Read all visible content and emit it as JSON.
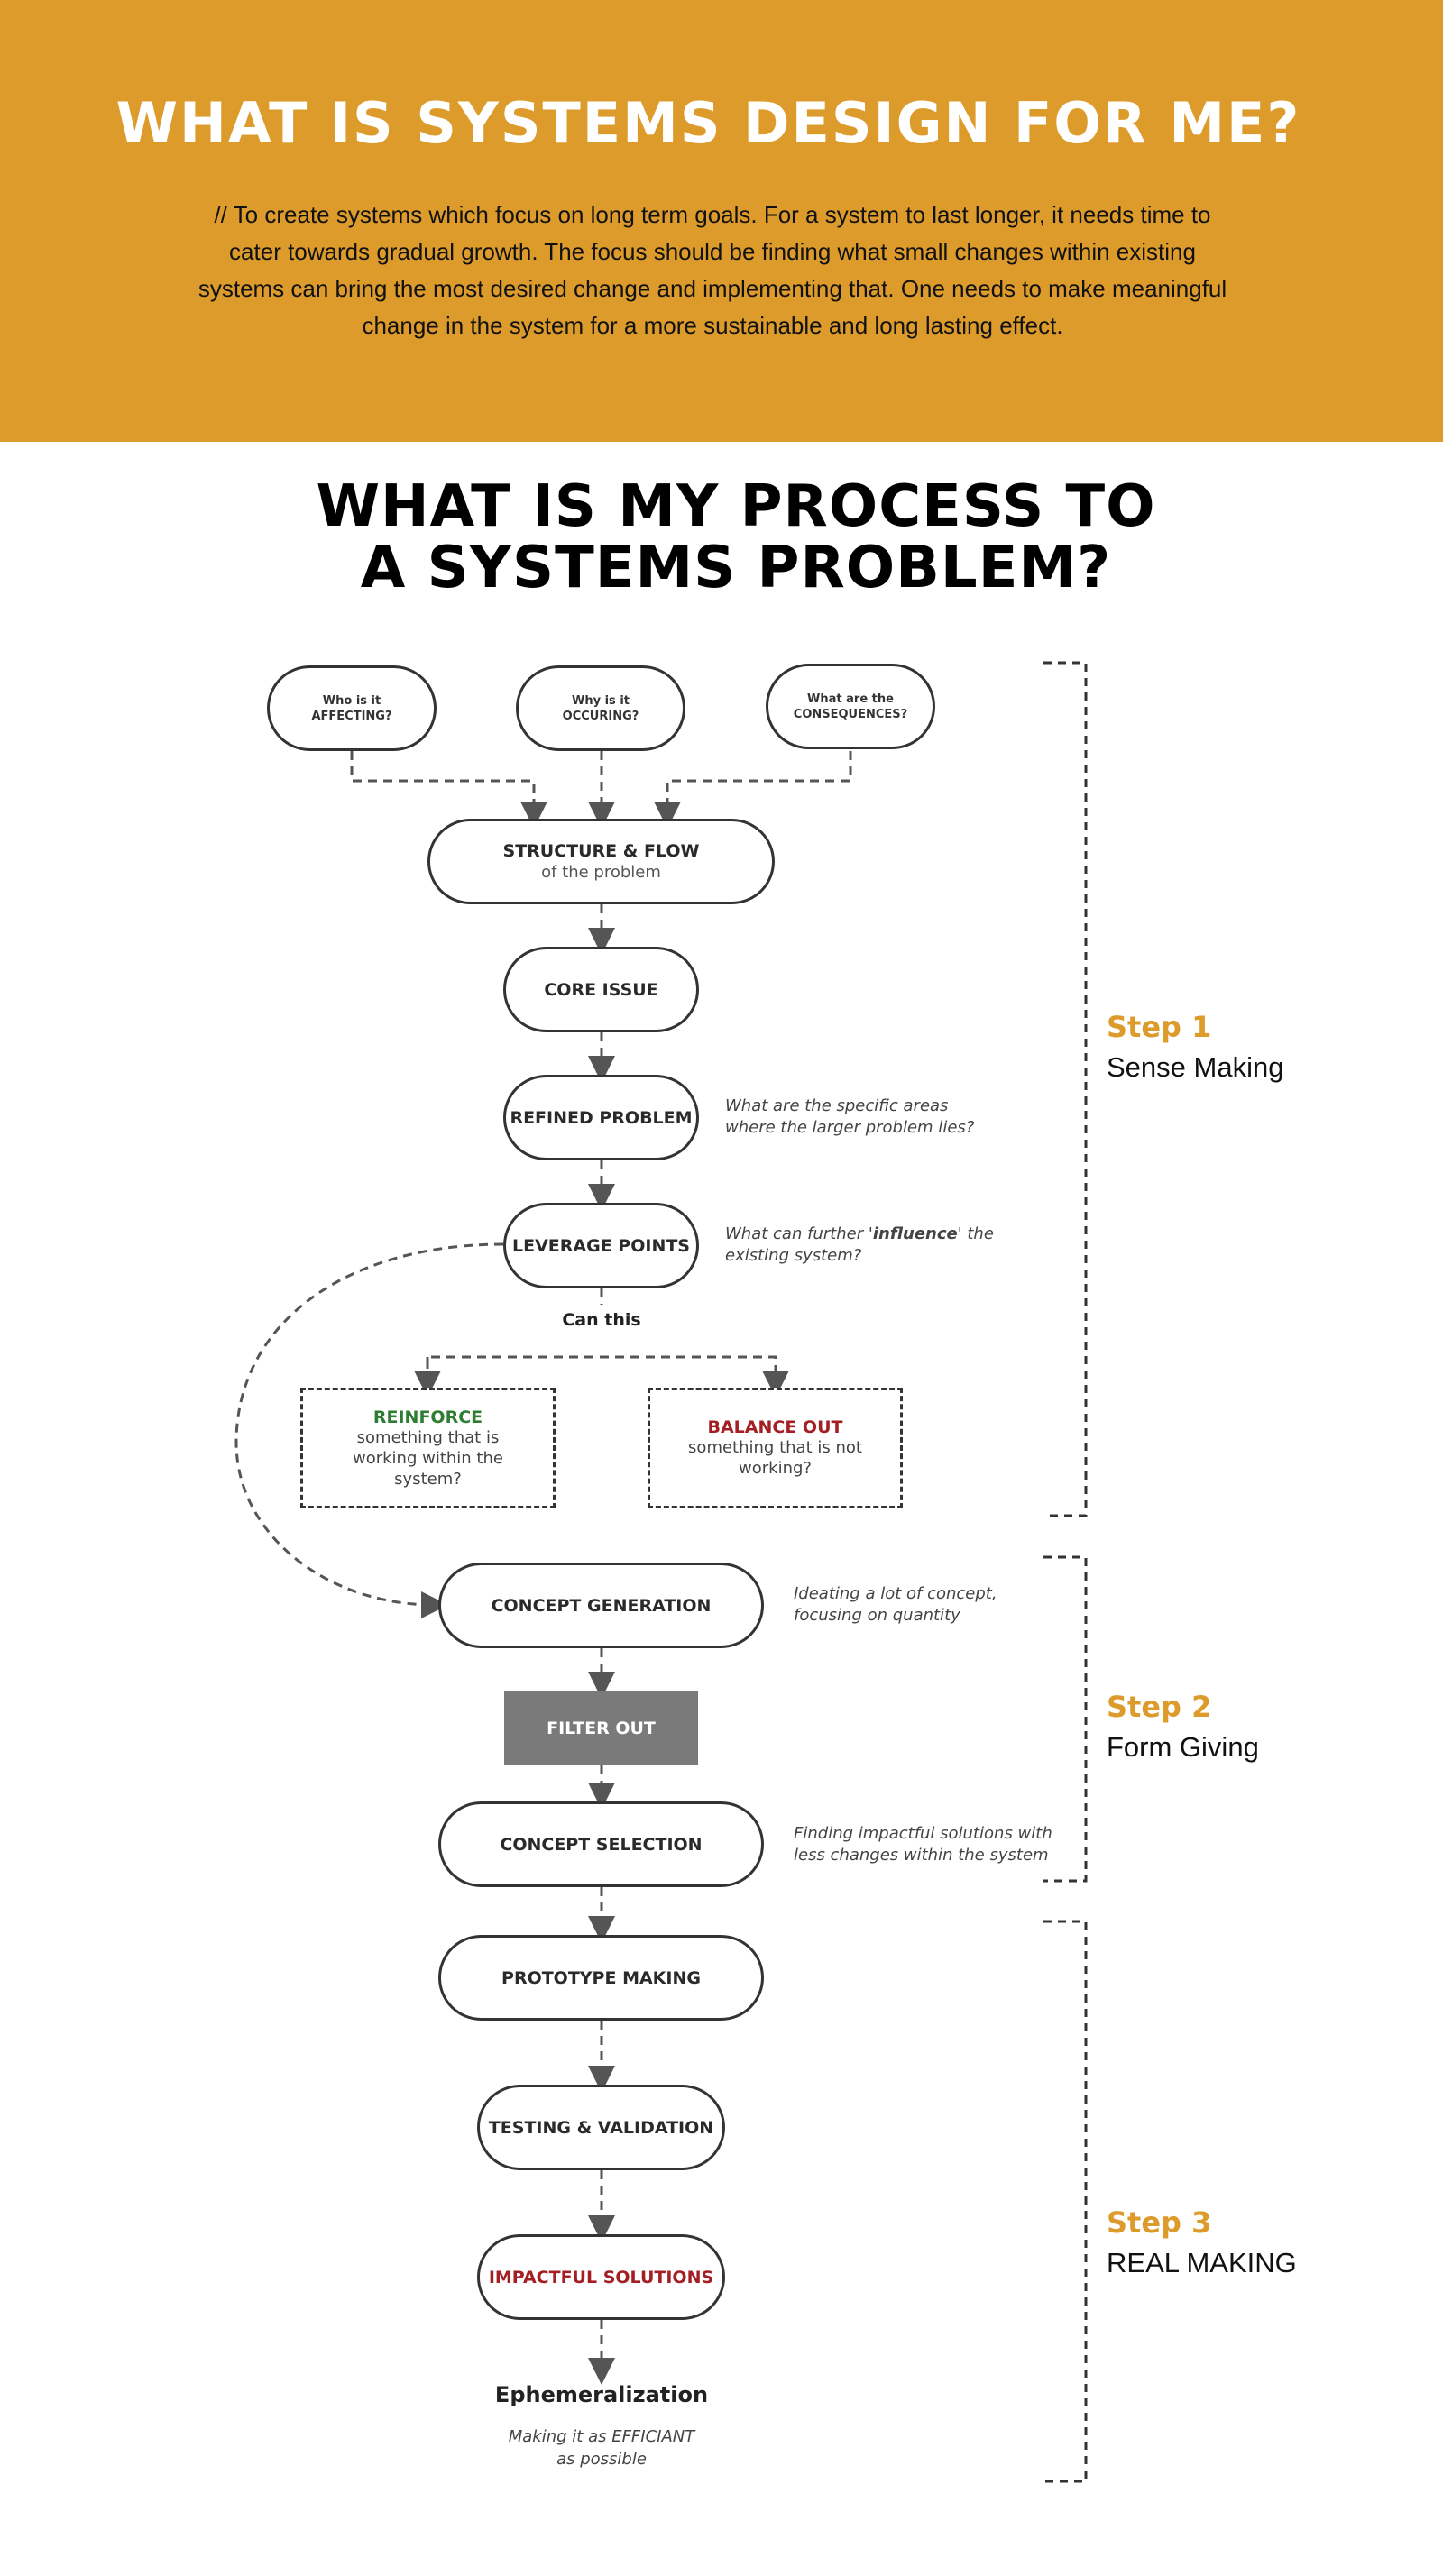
{
  "header": {
    "title": "WHAT IS SYSTEMS DESIGN FOR ME?",
    "body": "// To create systems which focus on long term goals. For a system to last longer, it needs time to cater towards gradual growth. The focus should be finding what small changes within existing systems can bring the most desired change and implementing that. One needs to make meaningful change in the system for a more sustainable and long lasting effect."
  },
  "process": {
    "title_line1": "WHAT IS MY PROCESS TO",
    "title_line2": "A SYSTEMS PROBLEM?"
  },
  "colors": {
    "accent": "#dd9b2c",
    "reinforce": "#2e7d32",
    "balance": "#a31f24",
    "impact": "#a31f24",
    "filter": "#7a7a7a"
  },
  "questions": {
    "q1_line1": "Who is it",
    "q1_line2": "AFFECTING?",
    "q2_line1": "Why is it",
    "q2_line2": "OCCURING?",
    "q3_line1": "What are the",
    "q3_line2": "CONSEQUENCES?"
  },
  "nodes": {
    "structure": "STRUCTURE & FLOW",
    "structure_sub": "of the problem",
    "core": "CORE ISSUE",
    "refined": "REFINED PROBLEM",
    "leverage": "LEVERAGE POINTS",
    "concept_gen": "CONCEPT GENERATION",
    "filter": "FILTER OUT",
    "concept_sel": "CONCEPT SELECTION",
    "prototype": "PROTOTYPE MAKING",
    "testing": "TESTING & VALIDATION",
    "impactful": "IMPACTFUL SOLUTIONS"
  },
  "notes": {
    "refined_line1": "What are the specific areas",
    "refined_line2": "where the larger problem lies?",
    "leverage_pre": "What can further '",
    "leverage_em": "influence",
    "leverage_post": "' the",
    "leverage_line2": "existing system?",
    "concept_gen_line1": "Ideating a lot of concept,",
    "concept_gen_line2": "focusing on quantity",
    "concept_sel_line1": "Finding impactful solutions with",
    "concept_sel_line2": "less changes within the system"
  },
  "branch": {
    "can_this": "Can this",
    "reinforce_title": "REINFORCE",
    "reinforce_body": "something that is working within the system?",
    "balance_title": "BALANCE OUT",
    "balance_body": "something that is not working?"
  },
  "steps": [
    {
      "num": "Step 1",
      "name": "Sense Making"
    },
    {
      "num": "Step 2",
      "name": "Form Giving"
    },
    {
      "num": "Step 3",
      "name": "REAL MAKING"
    }
  ],
  "ending": {
    "title": "Ephemeralization",
    "sub_line1": "Making it as  EFFICIANT",
    "sub_line2": "as possible"
  }
}
